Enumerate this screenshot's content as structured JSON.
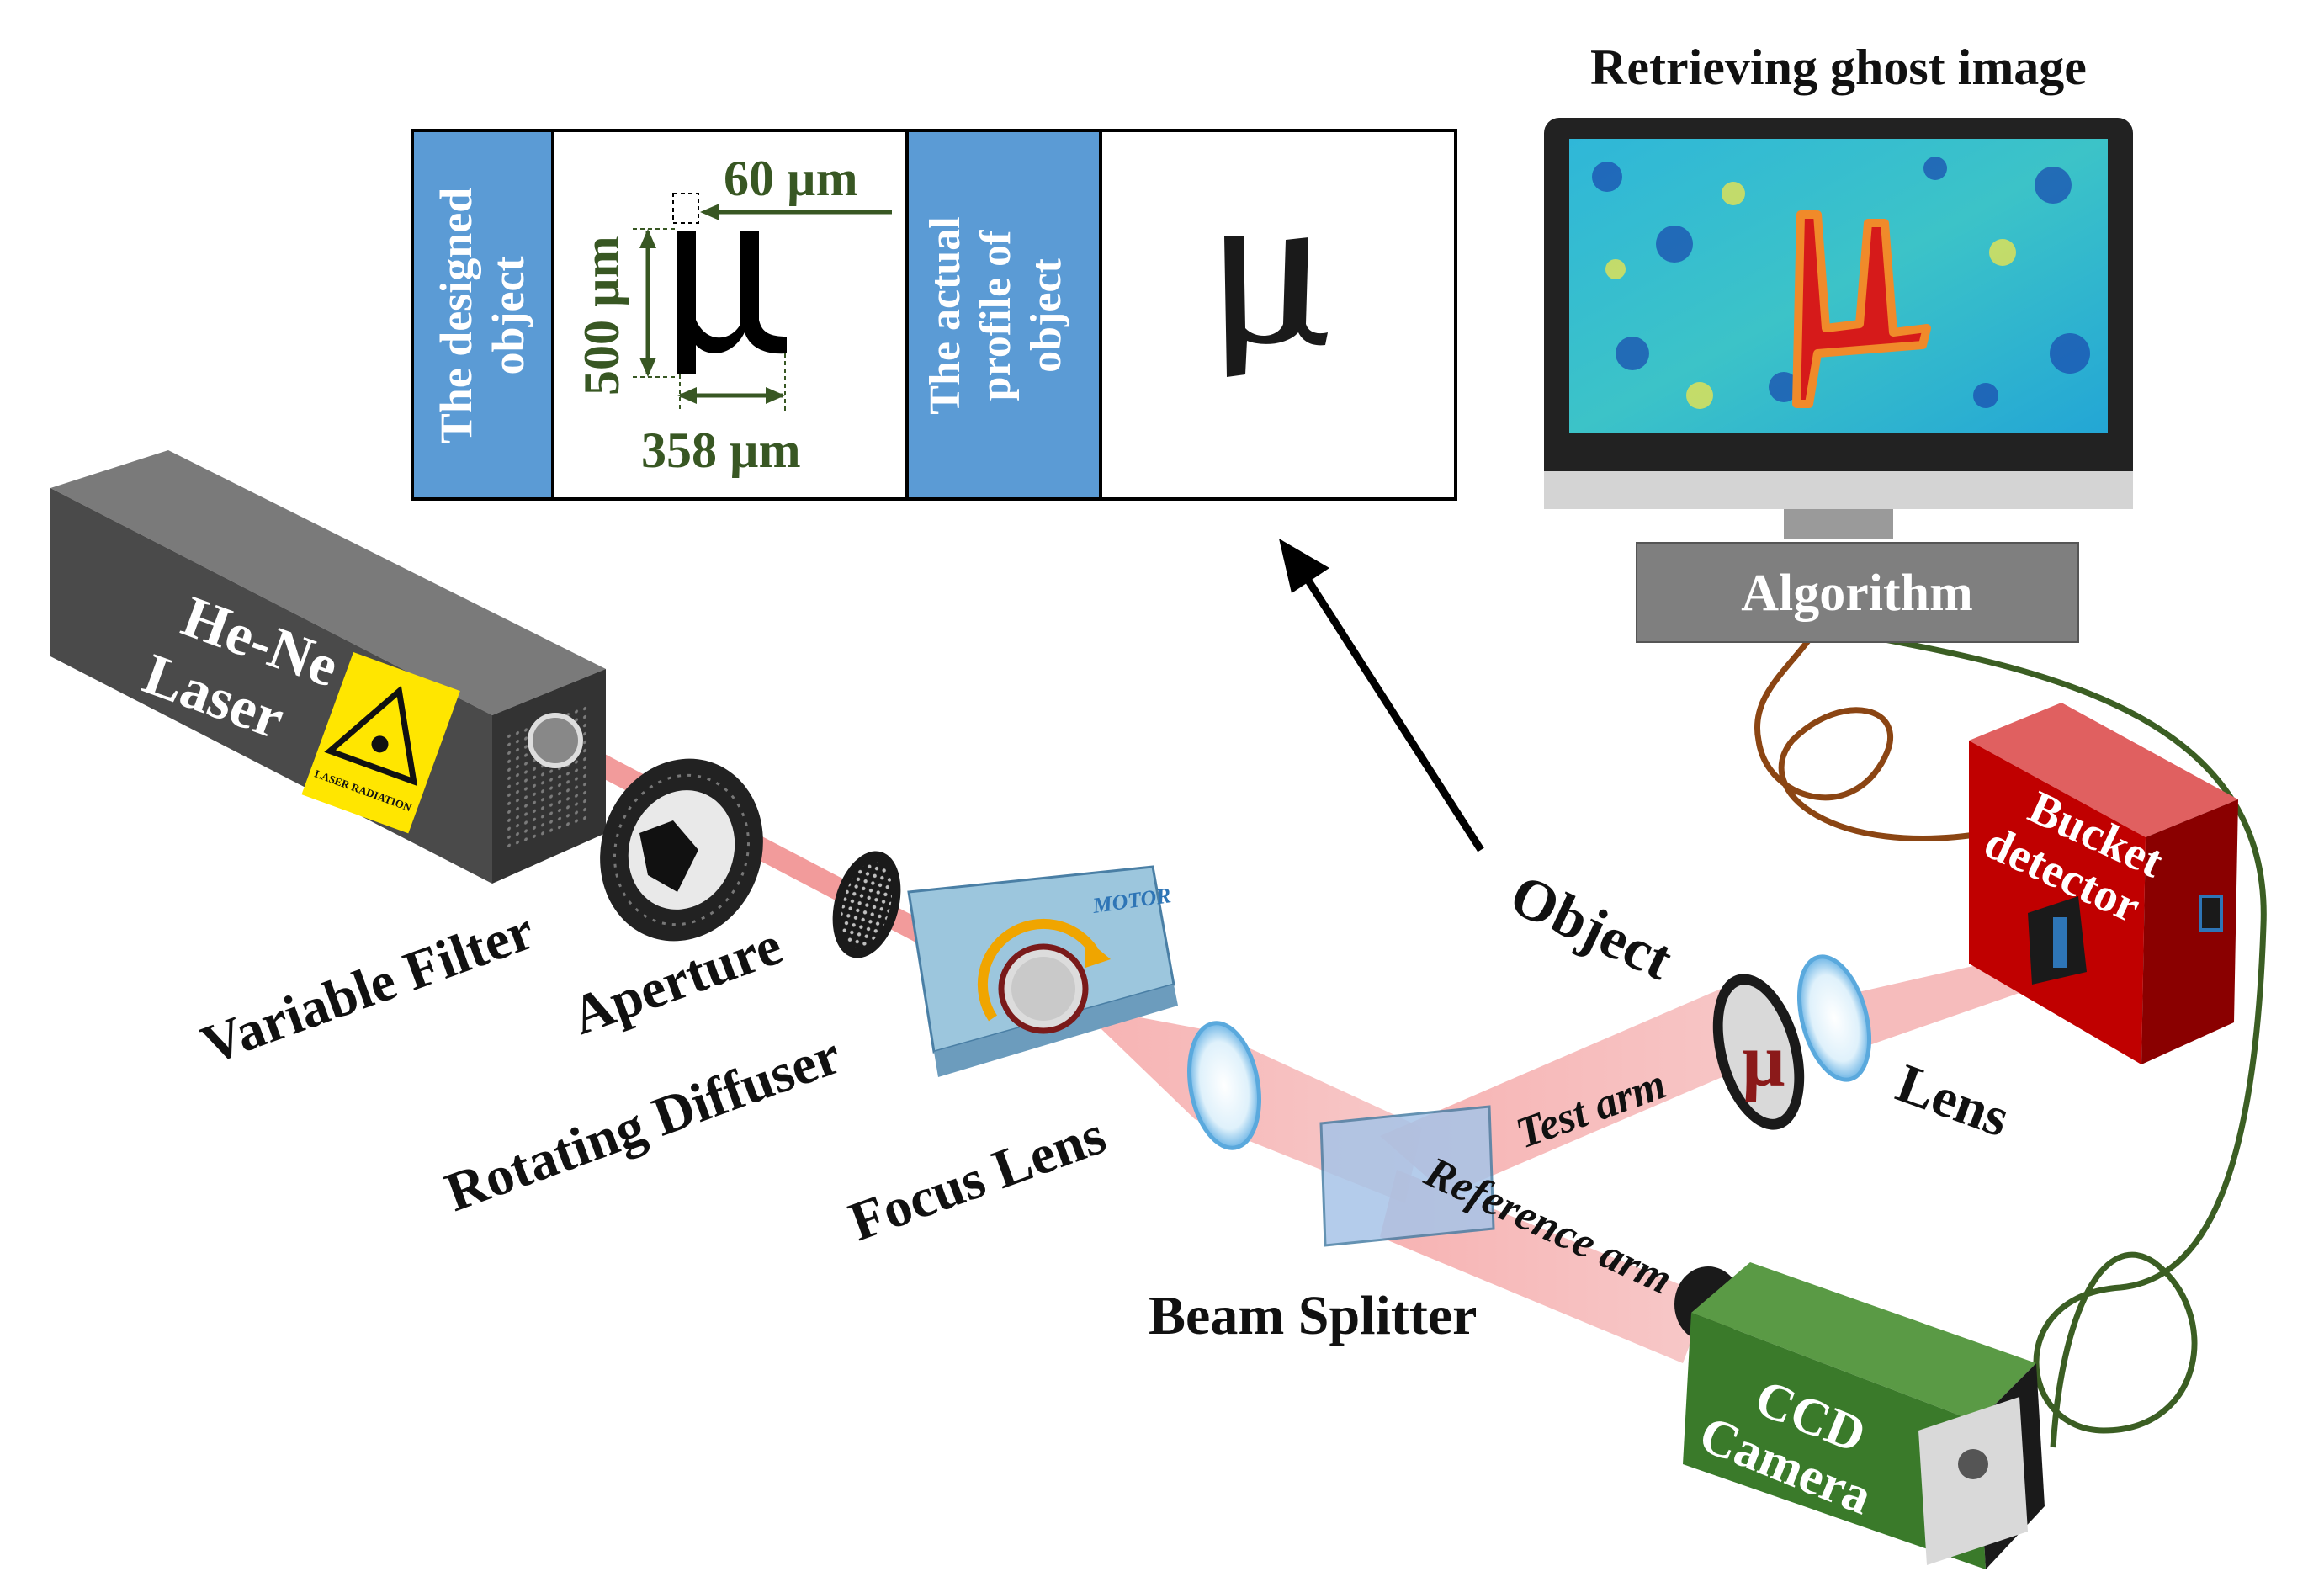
{
  "monitor": {
    "title": "Retrieving ghost image",
    "algorithm_label": "Algorithm"
  },
  "object_panel": {
    "designed_label_line1": "The designed",
    "designed_label_line2": "object",
    "actual_label_line1": "The actual",
    "actual_label_line2": "profile of",
    "actual_label_line3": "object",
    "dim_width_top": "60 µm",
    "dim_height": "500 µm",
    "dim_width_bottom": "358 µm",
    "mu_symbol": "µ"
  },
  "components": {
    "laser_line1": "He-Ne",
    "laser_line2": "Laser",
    "warning_text": "LASER RADIATION",
    "variable_filter": "Variable Filter",
    "aperture": "Aperture",
    "motor": "MOTOR",
    "rotating_diffuser": "Rotating Diffuser",
    "focus_lens": "Focus Lens",
    "beam_splitter": "Beam Splitter",
    "test_arm": "Test arm",
    "reference_arm": "Reference arm",
    "object": "Object",
    "lens": "Lens",
    "bucket_line1": "Bucket",
    "bucket_line2": "detector",
    "ccd_line1": "CCD",
    "ccd_line2": "Camera"
  },
  "colors": {
    "label_blue": "#5b9bd5",
    "dimension_green": "#385723",
    "beam_red": "#f08080",
    "laser_body": "#4a4a4a",
    "bucket_red": "#c00000",
    "ccd_green": "#3a7a2a",
    "wire_brown": "#8b4513",
    "wire_green": "#3b5e23",
    "algorithm_box": "#7f7f7f"
  }
}
